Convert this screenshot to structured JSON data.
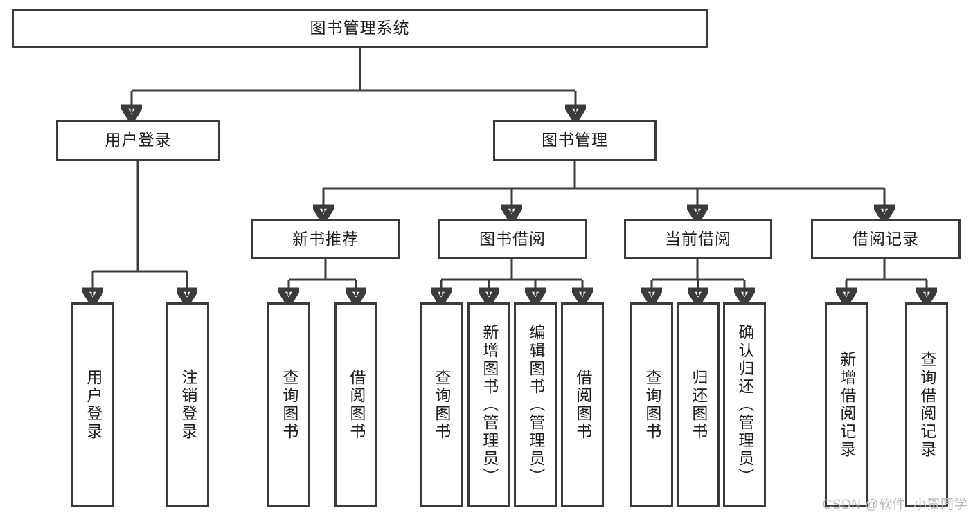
{
  "diagram": {
    "type": "tree",
    "title_node": {
      "label": "图书管理系统"
    },
    "level2": [
      {
        "label": "用户登录"
      },
      {
        "label": "图书管理"
      }
    ],
    "level3": [
      {
        "label": "新书推荐"
      },
      {
        "label": "图书借阅"
      },
      {
        "label": "当前借阅"
      },
      {
        "label": "借阅记录"
      }
    ],
    "leaves": {
      "user_login": [
        {
          "label": "用户登录"
        },
        {
          "label": "注销登录"
        }
      ],
      "new_book_recommend": [
        {
          "label": "查询图书"
        },
        {
          "label": "借阅图书"
        }
      ],
      "book_borrow": [
        {
          "label": "查询图书"
        },
        {
          "label": "新增图书（管理员）"
        },
        {
          "label": "编辑图书（管理员）"
        },
        {
          "label": "借阅图书"
        }
      ],
      "current_borrow": [
        {
          "label": "查询图书"
        },
        {
          "label": "归还图书"
        },
        {
          "label": "确认归还（管理员）"
        }
      ],
      "borrow_record": [
        {
          "label": "新增借阅记录"
        },
        {
          "label": "查询借阅记录"
        }
      ]
    }
  },
  "watermark": {
    "text": "CSDN @软件_小贺同学"
  },
  "colors": {
    "border": "#3b3b3b",
    "fill": "#ffffff",
    "text": "#1d1d1d",
    "watermark": "#b9b9b9"
  }
}
